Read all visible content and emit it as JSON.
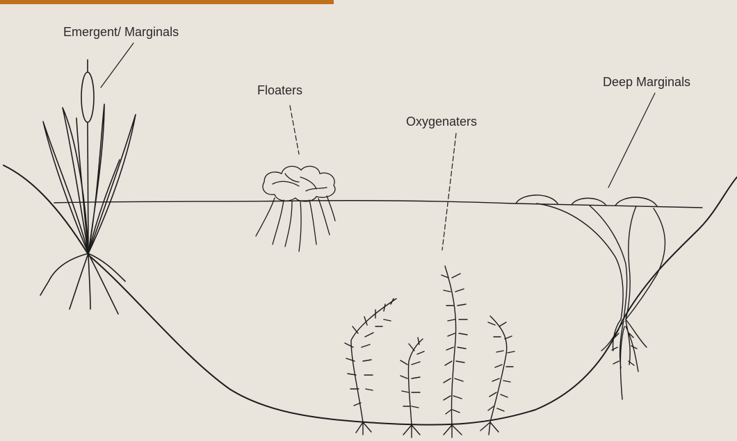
{
  "labels": {
    "emergent": "Emergent/ Marginals",
    "floaters": "Floaters",
    "oxygenaters": "Oxygenaters",
    "deep": "Deep Marginals"
  },
  "colors": {
    "paper": "#e9e4dc",
    "ink": "#1c1c1c",
    "banner": "#c0701c"
  }
}
